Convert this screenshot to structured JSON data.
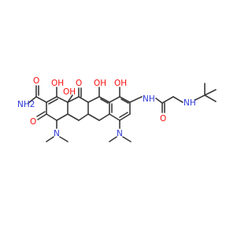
{
  "colors": {
    "bond": "#3a3a3a",
    "carbon": "#3a3a3a",
    "oxygen": "#ff0d0d",
    "nitrogen": "#2e3ad6"
  },
  "atoms": [
    {
      "id": "amide_nh2",
      "text": "NH2",
      "element": "N"
    },
    {
      "id": "amide_o",
      "text": "O",
      "element": "O"
    },
    {
      "id": "c1_oh",
      "text": "OH",
      "element": "O"
    },
    {
      "id": "c12a_oh",
      "text": "OH",
      "element": "O"
    },
    {
      "id": "c3_o",
      "text": "O",
      "element": "O"
    },
    {
      "id": "c11_o",
      "text": "O",
      "element": "O"
    },
    {
      "id": "c10_oh",
      "text": "OH",
      "element": "O"
    },
    {
      "id": "c9_oh",
      "text": "OH",
      "element": "O"
    },
    {
      "id": "c4_n",
      "text": "N",
      "element": "N"
    },
    {
      "id": "c7_n",
      "text": "N",
      "element": "N"
    },
    {
      "id": "c8_nh",
      "text": "NH",
      "element": "N"
    },
    {
      "id": "acyl_o",
      "text": "O",
      "element": "O"
    },
    {
      "id": "tbu_nh",
      "text": "NH",
      "element": "N"
    }
  ]
}
